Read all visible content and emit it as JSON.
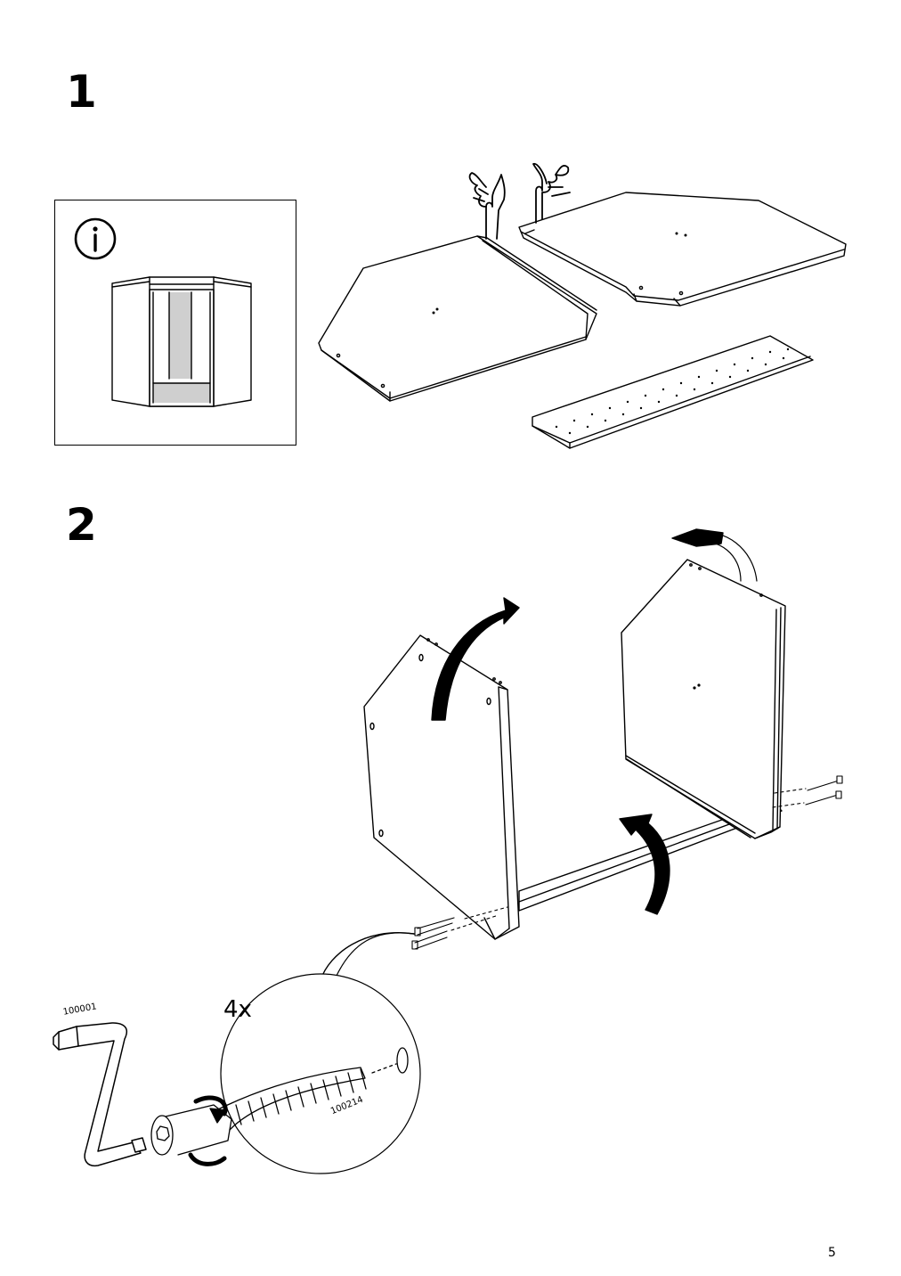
{
  "page": {
    "steps": [
      {
        "number": "1"
      },
      {
        "number": "2"
      }
    ],
    "page_number": "5"
  },
  "info_box": {
    "icon": "info-icon"
  },
  "step2": {
    "callout_quantity": "4x",
    "parts": [
      {
        "id": "100001",
        "name": "allen-key"
      },
      {
        "id": "100214",
        "name": "screw"
      }
    ]
  },
  "colors": {
    "line": "#000000",
    "cabinet_shadow": "#cfcfcf",
    "background": "#ffffff"
  }
}
